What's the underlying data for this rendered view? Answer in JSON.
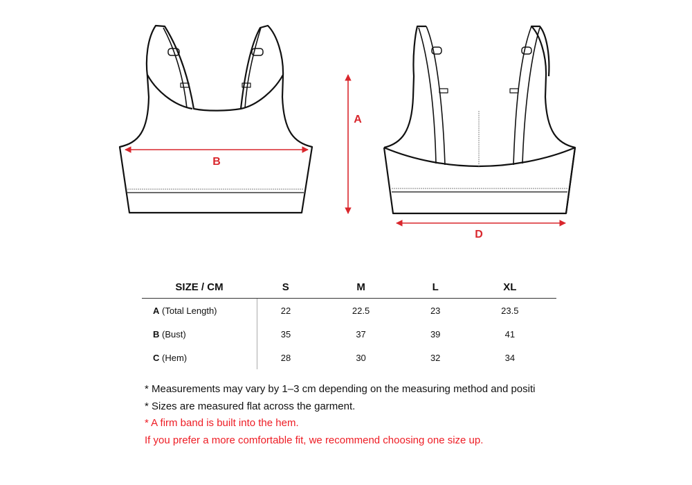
{
  "diagram": {
    "labels": {
      "a": "A",
      "b": "B",
      "d": "D"
    },
    "accent_color": "#d9262c"
  },
  "table": {
    "header": [
      "SIZE / CM",
      "S",
      "M",
      "L",
      "XL"
    ],
    "rows": [
      {
        "key": "A",
        "desc": "(Total Length)",
        "values": [
          "22",
          "22.5",
          "23",
          "23.5"
        ]
      },
      {
        "key": "B",
        "desc": "(Bust)",
        "values": [
          "35",
          "37",
          "39",
          "41"
        ]
      },
      {
        "key": "C",
        "desc": "(Hem)",
        "values": [
          "28",
          "30",
          "32",
          "34"
        ]
      }
    ]
  },
  "notes": [
    "* Measurements may vary by 1–3 cm depending on the measuring method and positi",
    "* Sizes are measured flat across the garment.",
    "* A firm band is built into the hem.",
    "If you prefer a more comfortable fit, we recommend choosing one size up."
  ]
}
